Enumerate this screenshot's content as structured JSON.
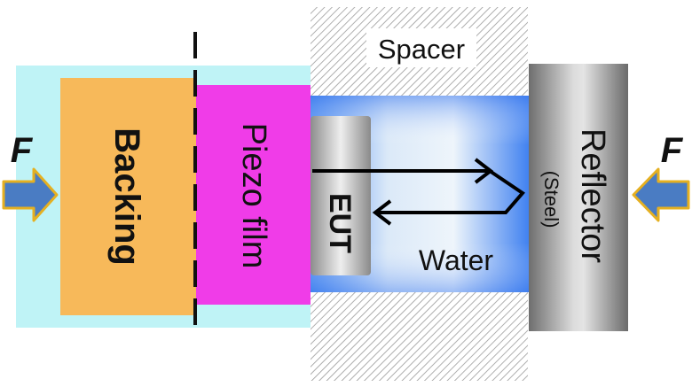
{
  "labels": {
    "force_left": "F",
    "force_right": "F",
    "spacer": "Spacer",
    "backing": "Backing",
    "piezo": "Piezo film",
    "eut": "EUT",
    "water": "Water",
    "reflector": "Reflector",
    "reflector_material": "(Steel)"
  },
  "colors": {
    "housing": "#bff3f6",
    "backing": "#f7b95a",
    "piezo": "#f03ce8",
    "water_edge": "#4f8ff0",
    "water_center": "#e9f2fb",
    "arrow_fill": "#4a7cc3",
    "arrow_stroke": "#e5b021",
    "hatch": "#9a9a9a"
  }
}
